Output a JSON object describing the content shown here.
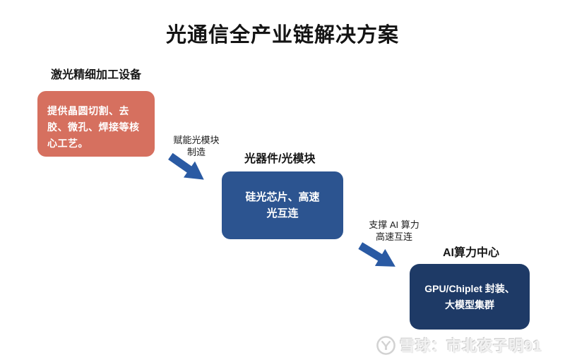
{
  "title": "光通信全产业链解决方案",
  "colors": {
    "stage1_box": "#d6705f",
    "stage2_box": "#2c5490",
    "stage3_box": "#1e3a66",
    "arrow": "#2a5aa3",
    "box_text": "#ffffff",
    "label_text": "#161616",
    "watermark_gray": "#d2d2d2"
  },
  "stages": [
    {
      "label": "激光精细加工设备",
      "body": "提供晶圆切割、去胶、微孔、焊接等核心工艺。"
    },
    {
      "label": "光器件/光模块",
      "body_line1": "硅光芯片、高速",
      "body_line2": "光互连"
    },
    {
      "label": "AI算力中心",
      "body_line1": "GPU/Chiplet 封装、",
      "body_line2": "大模型集群"
    }
  ],
  "arrows": [
    {
      "label_line1": "赋能光模块",
      "label_line2": "制造"
    },
    {
      "label_line1": "支撑 AI 算力",
      "label_line2": "高速互连"
    }
  ],
  "watermark": {
    "icon": "snowball-logo-icon",
    "text": "雪球：市北夜子明91"
  }
}
